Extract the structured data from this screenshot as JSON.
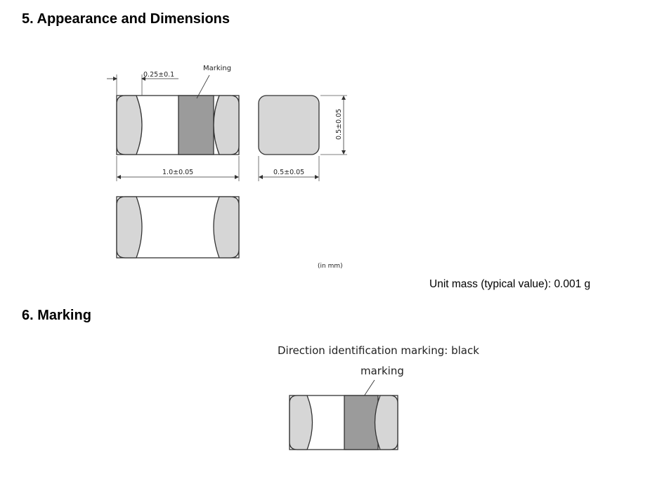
{
  "sections": {
    "appearance": {
      "title": "5. Appearance and Dimensions",
      "top_view": {
        "marking_label": "Marking",
        "terminal_dim": "0.25±0.1",
        "length_dim": "1.0±0.05"
      },
      "end_view": {
        "width_dim": "0.5±0.05",
        "height_dim": "0.5±0.05"
      },
      "units_note": "(in mm)",
      "unit_mass": "Unit mass (typical value): 0.001 g"
    },
    "marking": {
      "title": "6. Marking",
      "caption": "Direction identification marking: black",
      "marking_label": "marking"
    }
  },
  "colors": {
    "terminal_fill": "#d6d6d6",
    "body_fill": "#ffffff",
    "mark_fill": "#9b9b9b",
    "outline": "#333333"
  }
}
